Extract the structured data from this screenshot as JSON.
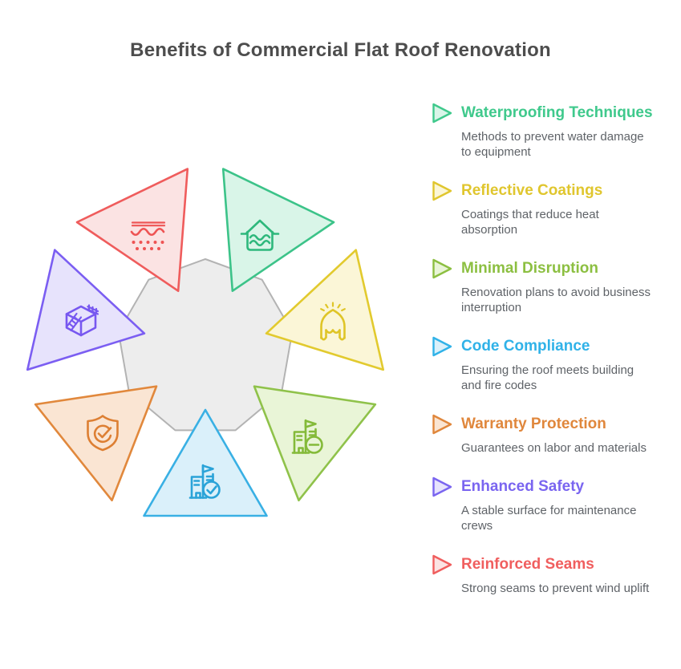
{
  "title": "Benefits of Commercial Flat Roof Renovation",
  "legend": {
    "items": [
      {
        "id": "waterproofing-techniques",
        "label": "Waterproofing Techniques",
        "description": "Methods to prevent water damage\nto equipment",
        "color": "#3fc98c",
        "fill_color": "#d9f5e8",
        "icon": "house-waterproof-icon",
        "marker": "right-triangle"
      },
      {
        "id": "reflective-coatings",
        "label": "Reflective Coatings",
        "description": "Coatings that reduce heat\nabsorption",
        "color": "#e0c62e",
        "fill_color": "#fbf6d7",
        "icon": "reflective-coating-icon",
        "marker": "right-triangle"
      },
      {
        "id": "minimal-disruption",
        "label": "Minimal Disruption",
        "description": "Renovation plans to avoid business\ninterruption",
        "color": "#8cbf41",
        "fill_color": "#e9f5d7",
        "icon": "building-minus-icon",
        "marker": "right-triangle"
      },
      {
        "id": "code-compliance",
        "label": "Code Compliance",
        "description": "Ensuring the roof meets building\nand fire codes",
        "color": "#30b2e8",
        "fill_color": "#daf0fa",
        "icon": "building-check-icon",
        "marker": "right-triangle"
      },
      {
        "id": "warranty-protection",
        "label": "Warranty Protection",
        "description": "Guarantees on labor and materials",
        "color": "#e0873c",
        "fill_color": "#fae5d3",
        "icon": "shield-check-icon",
        "marker": "right-triangle"
      },
      {
        "id": "enhanced-safety",
        "label": "Enhanced Safety",
        "description": "A stable surface for maintenance\ncrews",
        "color": "#7a65f0",
        "fill_color": "#e7e3fc",
        "icon": "rooftop-ladder-icon",
        "marker": "right-triangle"
      },
      {
        "id": "reinforced-seams",
        "label": "Reinforced Seams",
        "description": "Strong seams to prevent wind uplift",
        "color": "#f05e5e",
        "fill_color": "#fbe3e3",
        "icon": "roof-seams-icon",
        "marker": "right-triangle"
      }
    ]
  },
  "diagram": {
    "type": "radial-triangle-infographic",
    "triangle_count": 7,
    "center_shape": "nonagon",
    "center_fill": "#ededed",
    "center_stroke": "#b3b3b3",
    "order_clockwise_from_top": [
      "waterproofing-techniques",
      "reflective-coatings",
      "minimal-disruption",
      "code-compliance",
      "warranty-protection",
      "enhanced-safety",
      "reinforced-seams"
    ]
  }
}
